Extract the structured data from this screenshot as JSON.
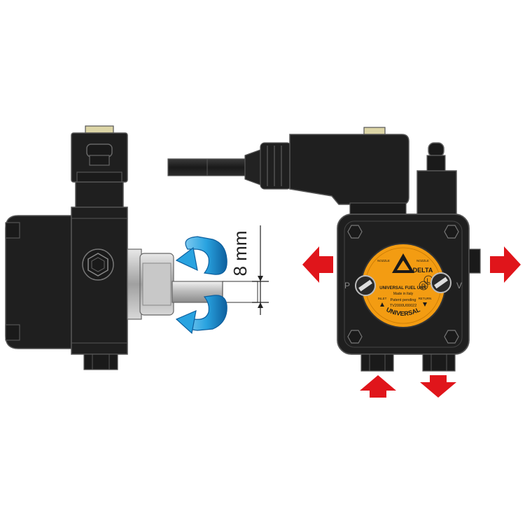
{
  "colors": {
    "body": "#1f1f1f",
    "body_dark": "#111111",
    "outline": "#555555",
    "label": "#f39c12",
    "arrow_red": "#e0151b",
    "rotation_blue": "#29a3e0",
    "rotation_dark": "#0d5f9e",
    "shaft_light": "#e6e6e6",
    "shaft_mid": "#a8a8a8",
    "connector": "#dcd5a6"
  },
  "shaft": {
    "dimension_label": "8 mm",
    "rotation": "both directions"
  },
  "label_plate": {
    "brand": "DELTA",
    "product": "UNIVERSAL FUEL UNIT",
    "origin": "Made in Italy",
    "patent": "Patent pending",
    "code": "TV2000U00022",
    "series": "UNIVERSAL",
    "port_left": "NOZZLE",
    "port_right": "NOZZLE",
    "inlet": "INLET",
    "return": "RETURN",
    "rotation_left": "L",
    "rotation_right": "R"
  },
  "side_marks": {
    "pressure": "P",
    "vacuum": "V"
  },
  "icons": [
    "hex-bolt-icon",
    "rotation-arrow-icon",
    "flow-arrow-icon",
    "screw-icon",
    "coil-connector-icon"
  ]
}
